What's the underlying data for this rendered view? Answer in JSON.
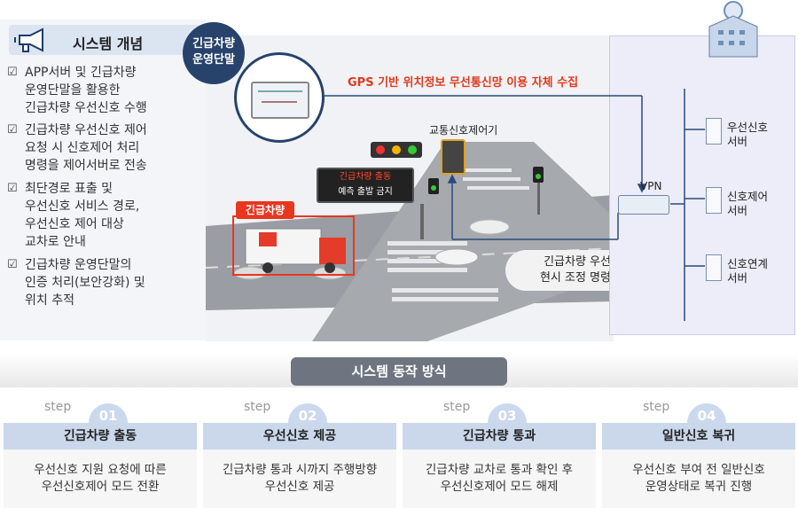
{
  "concept": {
    "title": "시스템 개념",
    "items": [
      "APP서버 및 긴급차량\n운영단말을 활용한\n긴급차량 우선신호 수행",
      "긴급차량 우선신호 제어\n요청 시 신호제어 처리\n명령을 제어서버로 전송",
      "최단경로 표출 및\n우선신호 서비스 경로,\n우선신호 제어 대상\n교차로 안내",
      "긴급차량 운영단말의\n인증 처리(보안강화) 및\n위치 추적"
    ]
  },
  "diagram": {
    "terminal_label": "긴급차량\n운영단말",
    "gps_text": "GPS 기반 위치정보 무선통신망 이용 자체 수집",
    "controller_label": "교통신호제어기",
    "vms_line1": "긴급차량 출동",
    "vms_line2": "예측 출발 금지",
    "vehicle_label": "긴급차량",
    "command_text": "긴급차량 우선신호\n현시 조정 명령 전송",
    "vpn_label": "VPN",
    "servers": [
      "우선신호\n서버",
      "신호제어\n서버",
      "신호연계\n서버"
    ]
  },
  "operation": {
    "title": "시스템 동작 방식",
    "step_word": "step",
    "steps": [
      {
        "num": "01",
        "title": "긴급차량 출동",
        "desc": "우선신호 지원 요청에 따른\n우선신호제어 모드 전환"
      },
      {
        "num": "02",
        "title": "우선신호 제공",
        "desc": "긴급차량 통과 시까지 주행방향\n우선신호 제공"
      },
      {
        "num": "03",
        "title": "긴급차량 통과",
        "desc": "긴급차량 교차로 통과 확인 후\n우선신호제어 모드 해제"
      },
      {
        "num": "04",
        "title": "일반신호 복귀",
        "desc": "우선신호 부여 전 일반신호\n운영상태로 복귀 진행"
      }
    ]
  },
  "colors": {
    "accent_red": "#e8361f",
    "step_blue": "#cbd8eb",
    "navy": "#27436b"
  }
}
